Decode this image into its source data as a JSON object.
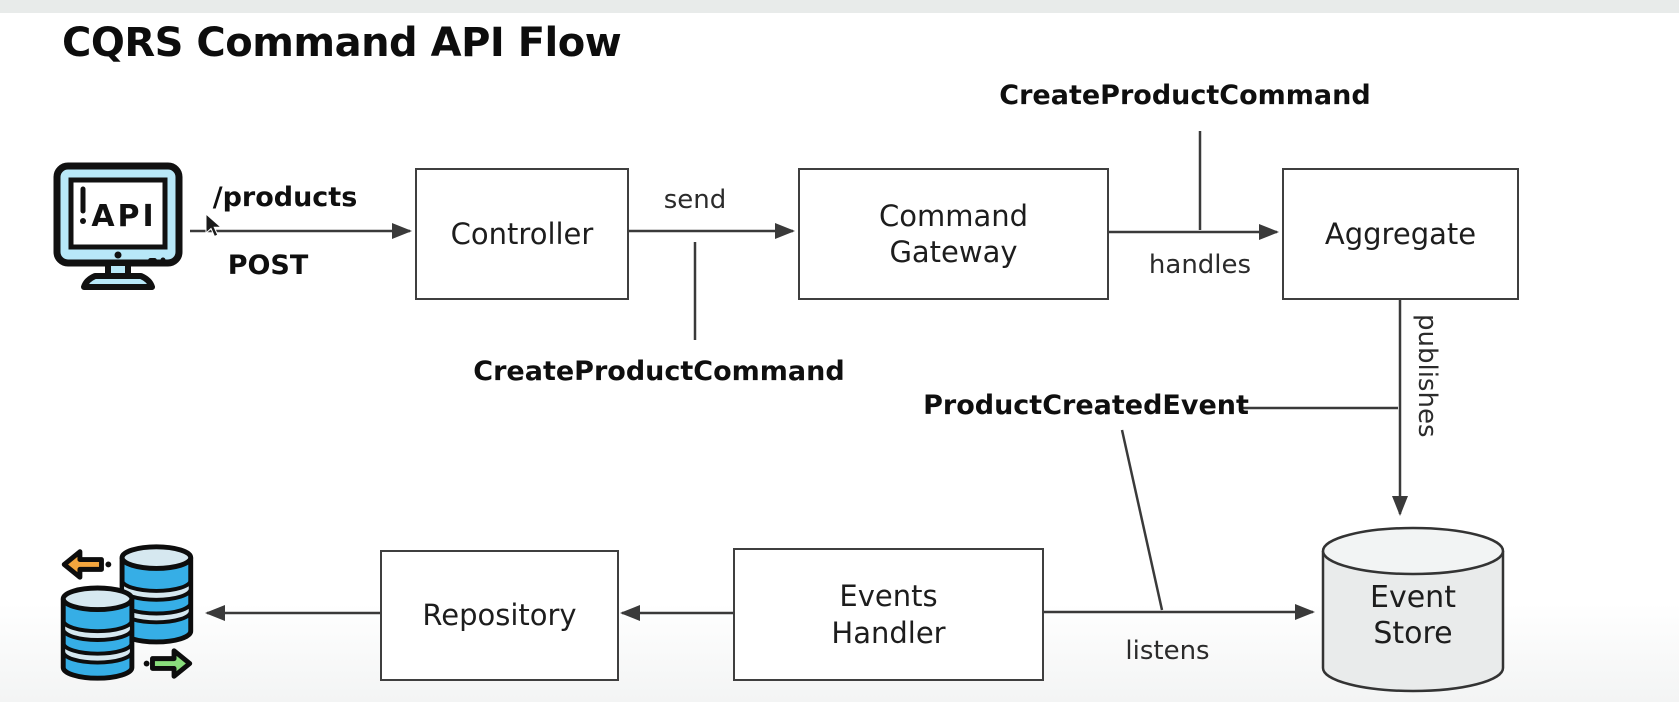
{
  "page": {
    "title": "CQRS Command API Flow"
  },
  "colors": {
    "topbar": "#e8ebea",
    "line": "#3a3a3a",
    "accent_cyan": "#b8e8f8",
    "db_blue": "#36aee6",
    "db_band": "#d6e8f0",
    "arrow_orange": "#f4a63e",
    "arrow_green": "#8ade7c",
    "cylinder_fill": "#e9ebeb",
    "cylinder_top": "#f2f4f4"
  },
  "icons": {
    "api_client": {
      "screen_label": "API"
    }
  },
  "nodes": {
    "controller": {
      "label": "Controller"
    },
    "command_gateway": {
      "label": "Command Gateway"
    },
    "aggregate": {
      "label": "Aggregate"
    },
    "repository": {
      "label": "Repository"
    },
    "events_handler": {
      "label": "Events Handler"
    },
    "event_store": {
      "label": "Event Store"
    }
  },
  "edges": {
    "request": {
      "path": "/products",
      "method": "POST"
    },
    "send": {
      "label": "send",
      "command": "CreateProductCommand"
    },
    "handles": {
      "label": "handles",
      "command": "CreateProductCommand"
    },
    "publishes": {
      "label": "publishes",
      "event": "ProductCreatedEvent"
    },
    "listens": {
      "label": "listens"
    }
  }
}
